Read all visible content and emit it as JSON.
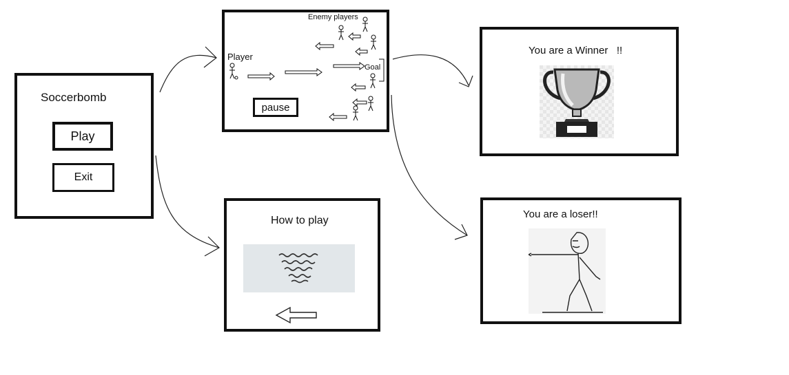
{
  "menu_screen": {
    "title": "Soccerbomb",
    "play_label": "Play",
    "exit_label": "Exit"
  },
  "game_screen": {
    "enemy_label": "Enemy players",
    "player_label": "Player",
    "goal_label": "Goal",
    "pause_label": "pause"
  },
  "winner_screen": {
    "message": "You are a Winner   !!",
    "image_icon": "trophy-icon"
  },
  "loser_screen": {
    "message": "You are a loser!!",
    "image_icon": "stick-figure-pointing-icon"
  },
  "howto_screen": {
    "title": "How to play",
    "back_icon": "left-arrow-icon"
  },
  "colors": {
    "stroke": "#111111",
    "trophy_silver": "#b9b9b9",
    "paper": "#e2e7ea"
  }
}
